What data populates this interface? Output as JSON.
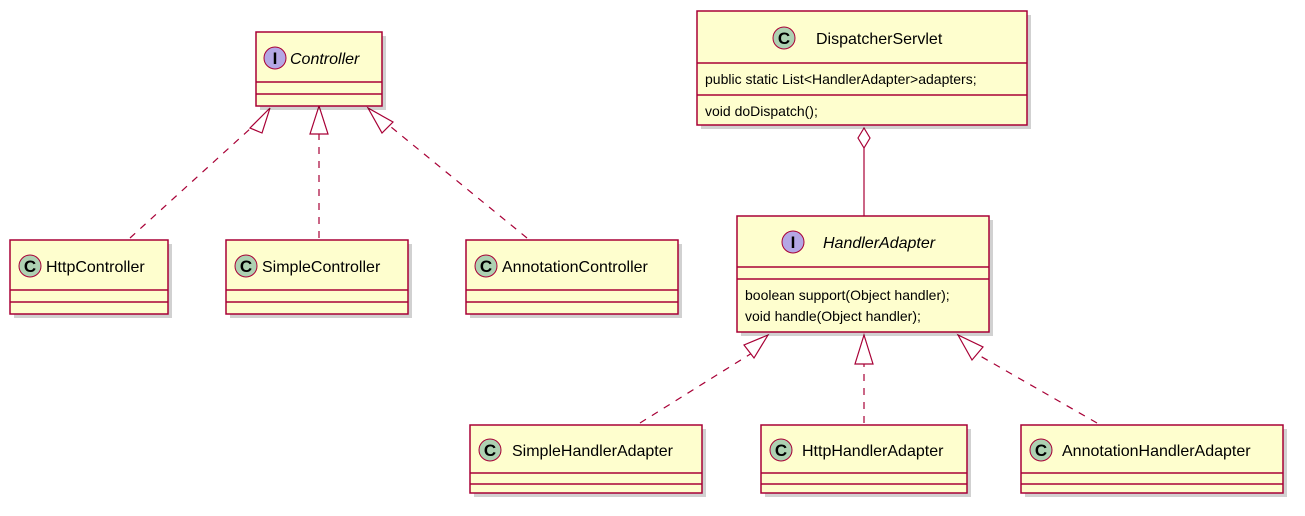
{
  "colors": {
    "box_fill": "#FEFECE",
    "border": "#A80036",
    "class_badge": "#ADD1B2",
    "interface_badge": "#B4A7E5"
  },
  "classes": {
    "controller": {
      "stereotype": "I",
      "name": "Controller",
      "italic": true,
      "members": []
    },
    "http_controller": {
      "stereotype": "C",
      "name": "HttpController",
      "members": []
    },
    "simple_controller": {
      "stereotype": "C",
      "name": "SimpleController",
      "members": []
    },
    "annotation_controller": {
      "stereotype": "C",
      "name": "AnnotationController",
      "members": []
    },
    "dispatcher_servlet": {
      "stereotype": "C",
      "name": "DispatcherServlet",
      "fields": [
        "public static List<HandlerAdapter>adapters;"
      ],
      "methods": [
        "void doDispatch();"
      ]
    },
    "handler_adapter": {
      "stereotype": "I",
      "name": "HandlerAdapter",
      "italic": true,
      "fields": [],
      "methods": [
        "boolean support(Object handler);",
        "void handle(Object handler);"
      ]
    },
    "simple_handler_adapter": {
      "stereotype": "C",
      "name": "SimpleHandlerAdapter",
      "members": []
    },
    "http_handler_adapter": {
      "stereotype": "C",
      "name": "HttpHandlerAdapter",
      "members": []
    },
    "annotation_handler_adapter": {
      "stereotype": "C",
      "name": "AnnotationHandlerAdapter",
      "members": []
    }
  },
  "relations": [
    {
      "from": "HttpController",
      "to": "Controller",
      "type": "realization"
    },
    {
      "from": "SimpleController",
      "to": "Controller",
      "type": "realization"
    },
    {
      "from": "AnnotationController",
      "to": "Controller",
      "type": "realization"
    },
    {
      "from": "DispatcherServlet",
      "to": "HandlerAdapter",
      "type": "aggregation"
    },
    {
      "from": "SimpleHandlerAdapter",
      "to": "HandlerAdapter",
      "type": "realization"
    },
    {
      "from": "HttpHandlerAdapter",
      "to": "HandlerAdapter",
      "type": "realization"
    },
    {
      "from": "AnnotationHandlerAdapter",
      "to": "HandlerAdapter",
      "type": "realization"
    }
  ]
}
